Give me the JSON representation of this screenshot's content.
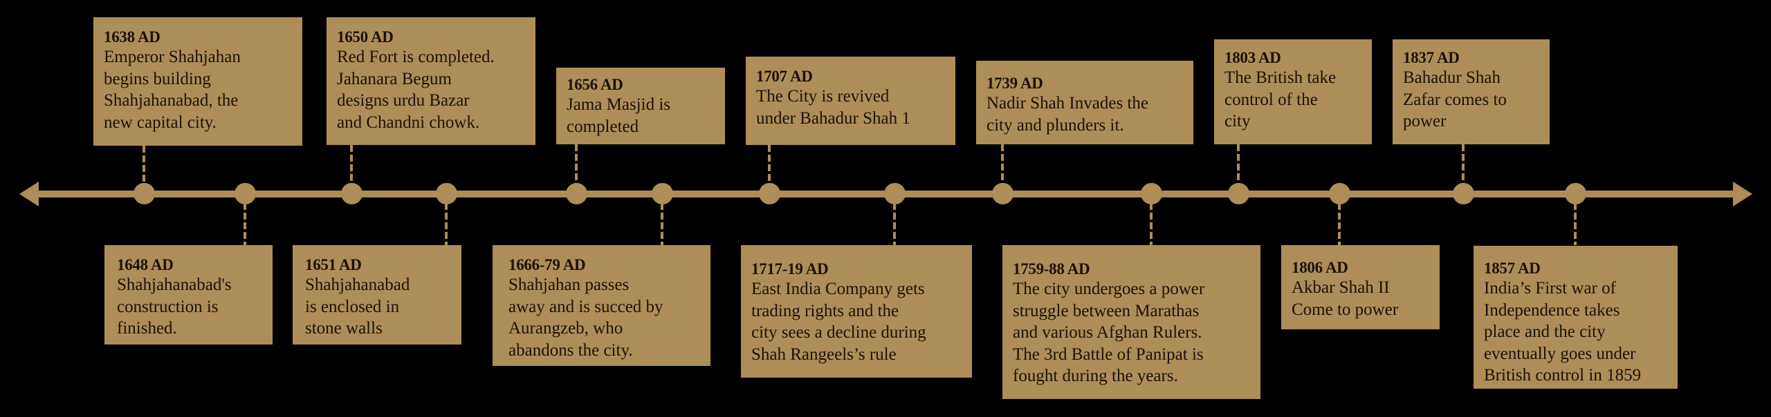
{
  "colors": {
    "background": "#000000",
    "accent": "#AD8E58",
    "text": "#1a120a"
  },
  "timeline": {
    "axis": {
      "left_arrow": "arrow-left-icon",
      "right_arrow": "arrow-right-icon"
    },
    "events": [
      {
        "id": "e1638",
        "year": "1638 AD",
        "position": "above",
        "lines": [
          "Emperor Shahjahan",
          "begins building",
          "Shahjahanabad, the",
          "new capital city."
        ]
      },
      {
        "id": "e1648",
        "year": "1648 AD",
        "position": "below",
        "lines": [
          "Shahjahanabad's",
          "construction is",
          "finished."
        ]
      },
      {
        "id": "e1650",
        "year": "1650 AD",
        "position": "above",
        "lines": [
          "Red Fort is completed.",
          "Jahanara Begum",
          "designs urdu Bazar",
          "and Chandni chowk."
        ]
      },
      {
        "id": "e1651",
        "year": "1651 AD",
        "position": "below",
        "lines": [
          "Shahjahanabad",
          "is enclosed in",
          "stone walls"
        ]
      },
      {
        "id": "e1656",
        "year": "1656 AD",
        "position": "above",
        "lines": [
          "Jama Masjid is",
          "completed"
        ]
      },
      {
        "id": "e1666",
        "year": "1666-79 AD",
        "position": "below",
        "lines": [
          "Shahjahan passes",
          "away and is succed by",
          "Aurangzeb, who",
          "abandons the city."
        ]
      },
      {
        "id": "e1707",
        "year": "1707 AD",
        "position": "above",
        "lines": [
          "The City is revived",
          "under Bahadur Shah 1"
        ]
      },
      {
        "id": "e1717",
        "year": "1717-19 AD",
        "position": "below",
        "lines": [
          "East India Company gets",
          "trading rights and the",
          "city sees a decline during",
          "Shah Rangeels’s rule"
        ]
      },
      {
        "id": "e1739",
        "year": "1739 AD",
        "position": "above",
        "lines": [
          "Nadir Shah Invades the",
          "city and plunders it."
        ]
      },
      {
        "id": "e1759",
        "year": "1759-88 AD",
        "position": "below",
        "lines": [
          "The city undergoes a power",
          "struggle between Marathas",
          "and various Afghan Rulers.",
          "The 3rd Battle of Panipat is",
          "fought during the years."
        ]
      },
      {
        "id": "e1803",
        "year": "1803 AD",
        "position": "above",
        "lines": [
          "The British take",
          "control of  the",
          "city"
        ]
      },
      {
        "id": "e1806",
        "year": "1806 AD",
        "position": "below",
        "lines": [
          "Akbar Shah II",
          "Come to power"
        ]
      },
      {
        "id": "e1837",
        "year": "1837 AD",
        "position": "above",
        "lines": [
          "Bahadur Shah",
          "Zafar comes to",
          "power"
        ]
      },
      {
        "id": "e1857",
        "year": "1857 AD",
        "position": "below",
        "lines": [
          "India’s First war of",
          "Independence takes",
          "place and the city",
          "eventually goes under",
          "British control in 1859"
        ]
      }
    ]
  }
}
